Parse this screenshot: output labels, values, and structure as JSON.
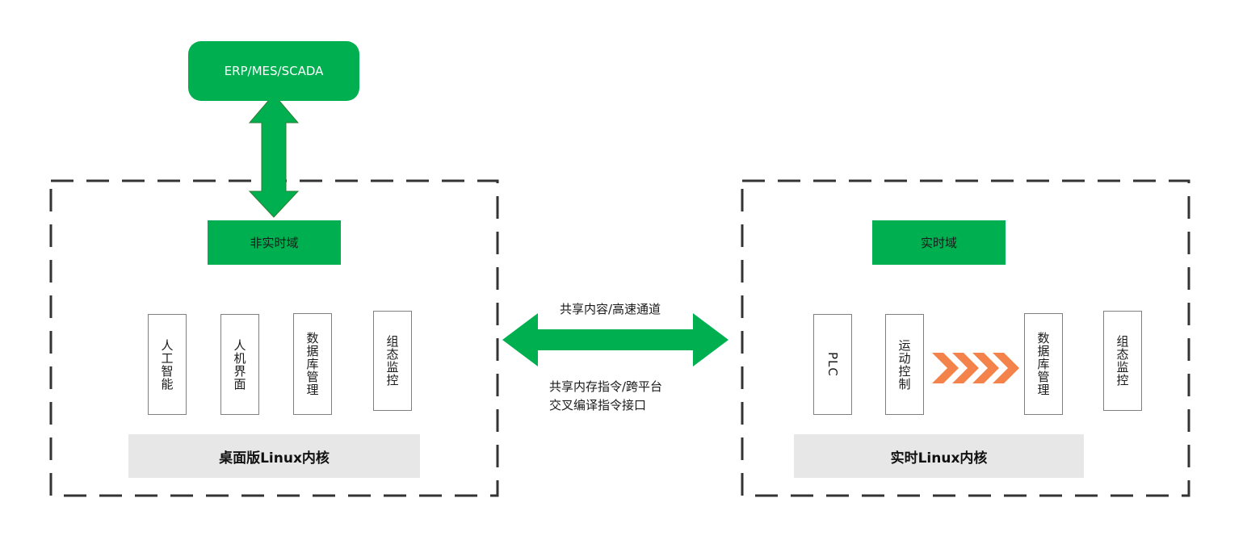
{
  "colors": {
    "green": "#00b050",
    "dash": "#333333",
    "kernel_bg": "#e7e7e7",
    "chevron": "#f4834b"
  },
  "top_system": "ERP/MES/SCADA",
  "left_domain": {
    "title": "非实时域",
    "modules": [
      "人工智能",
      "人机界面",
      "数据库管理",
      "组态监控"
    ],
    "kernel": "桌面版Linux内核"
  },
  "right_domain": {
    "title": "实时域",
    "modules": [
      "PLC",
      "运动控制",
      "数据库管理",
      "组态监控"
    ],
    "kernel": "实时Linux内核"
  },
  "link": {
    "top_label": "共享内容/高速通道",
    "bottom_line1": "共享内存指令/跨平台",
    "bottom_line2": "交叉编译指令接口"
  },
  "icons": {
    "vertical_arrow": "double-headed-vertical-arrow",
    "horizontal_arrow": "double-headed-horizontal-arrow",
    "chevrons": "chevron-right-chain"
  }
}
